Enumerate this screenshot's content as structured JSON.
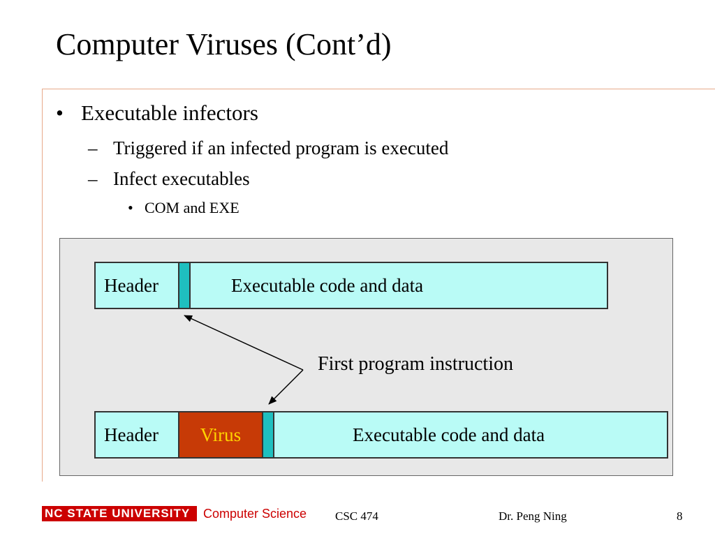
{
  "slide": {
    "title": "Computer Viruses (Cont’d)",
    "bullets": {
      "level1": {
        "marker": "•",
        "text": "Executable infectors"
      },
      "level2": [
        {
          "marker": "–",
          "text": "Triggered if an infected program is executed"
        },
        {
          "marker": "–",
          "text": "Infect executables"
        }
      ],
      "level3": {
        "marker": "•",
        "text": "COM and EXE"
      }
    }
  },
  "diagram": {
    "top_bar": {
      "header": "Header",
      "body": "Executable code and data"
    },
    "bottom_bar": {
      "header": "Header",
      "virus": "Virus",
      "body": "Executable code and data"
    },
    "annotation": "First program instruction",
    "colors": {
      "bar_fill": "#b9fbf6",
      "instruction_marker": "#1fbfbf",
      "virus_fill": "#c73a06",
      "virus_text": "#ffd400",
      "panel_bg": "#e8e8e8"
    }
  },
  "footer": {
    "logo_text": "NC STATE UNIVERSITY",
    "department": "Computer Science",
    "course": "CSC 474",
    "author": "Dr. Peng Ning",
    "page": "8"
  }
}
